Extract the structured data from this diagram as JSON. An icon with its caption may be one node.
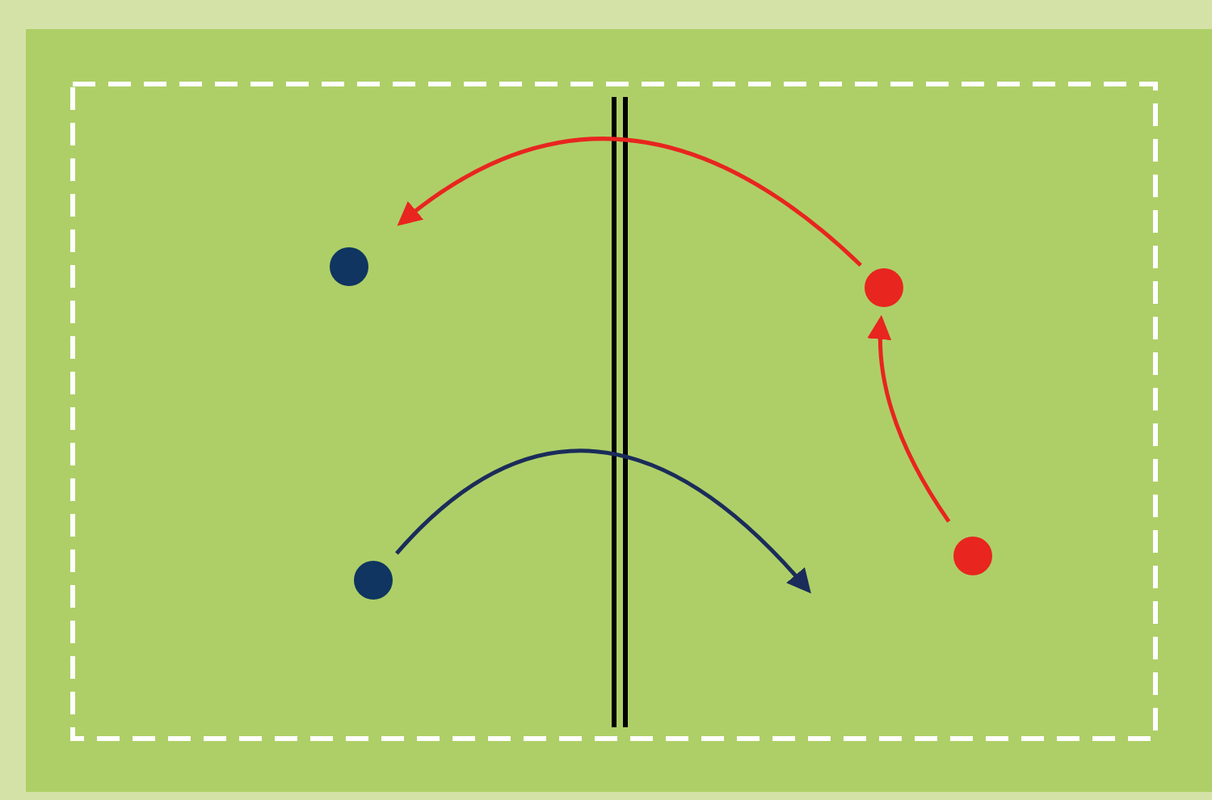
{
  "diagram": {
    "nodes": [
      {
        "text": [],
        "shape": "circle"
      },
      {
        "text": [],
        "shape": "circle"
      },
      {
        "text": [],
        "shape": "circle"
      },
      {
        "text": [],
        "shape": "circle"
      }
    ],
    "edges": [
      {
        "from": 3,
        "to": 1,
        "arrow": "to"
      },
      {
        "from": 1,
        "to": 0,
        "arrow": "to"
      },
      {
        "from": 2,
        "to": null,
        "arrow": "to",
        "color": "#1b2c5a"
      }
    ]
  }
}
